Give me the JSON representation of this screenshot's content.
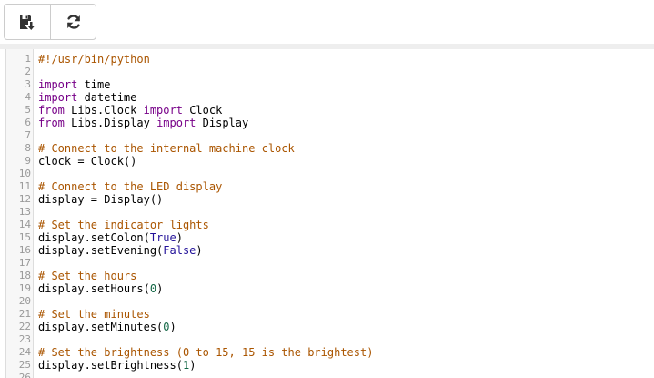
{
  "toolbar": {
    "buttons": [
      {
        "name": "save-button",
        "icon": "save-down-icon"
      },
      {
        "name": "reload-button",
        "icon": "refresh-icon"
      }
    ]
  },
  "colors": {
    "keyword": "#770088",
    "comment": "#aa5500",
    "number": "#116644",
    "atom": "#221199",
    "gutter_bg": "#f7f7f7",
    "line_number": "#999999"
  },
  "editor": {
    "lines": [
      [
        {
          "t": "#!/usr/bin/python",
          "c": "cm"
        }
      ],
      [],
      [
        {
          "t": "import",
          "c": "kw"
        },
        {
          "t": " time"
        }
      ],
      [
        {
          "t": "import",
          "c": "kw"
        },
        {
          "t": " datetime"
        }
      ],
      [
        {
          "t": "from",
          "c": "kw"
        },
        {
          "t": " Libs.Clock "
        },
        {
          "t": "import",
          "c": "kw"
        },
        {
          "t": " Clock"
        }
      ],
      [
        {
          "t": "from",
          "c": "kw"
        },
        {
          "t": " Libs.Display "
        },
        {
          "t": "import",
          "c": "kw"
        },
        {
          "t": " Display"
        }
      ],
      [],
      [
        {
          "t": "# Connect to the internal machine clock",
          "c": "cm"
        }
      ],
      [
        {
          "t": "clock = Clock()"
        }
      ],
      [],
      [
        {
          "t": "# Connect to the LED display",
          "c": "cm"
        }
      ],
      [
        {
          "t": "display = Display()"
        }
      ],
      [],
      [
        {
          "t": "# Set the indicator lights",
          "c": "cm"
        }
      ],
      [
        {
          "t": "display.setColon("
        },
        {
          "t": "True",
          "c": "atom"
        },
        {
          "t": ")"
        }
      ],
      [
        {
          "t": "display.setEvening("
        },
        {
          "t": "False",
          "c": "atom"
        },
        {
          "t": ")"
        }
      ],
      [],
      [
        {
          "t": "# Set the hours",
          "c": "cm"
        }
      ],
      [
        {
          "t": "display.setHours("
        },
        {
          "t": "0",
          "c": "num"
        },
        {
          "t": ")"
        }
      ],
      [],
      [
        {
          "t": "# Set the minutes",
          "c": "cm"
        }
      ],
      [
        {
          "t": "display.setMinutes("
        },
        {
          "t": "0",
          "c": "num"
        },
        {
          "t": ")"
        }
      ],
      [],
      [
        {
          "t": "# Set the brightness (0 to 15, 15 is the brightest)",
          "c": "cm"
        }
      ],
      [
        {
          "t": "display.setBrightness("
        },
        {
          "t": "1",
          "c": "num"
        },
        {
          "t": ")"
        }
      ],
      []
    ]
  }
}
